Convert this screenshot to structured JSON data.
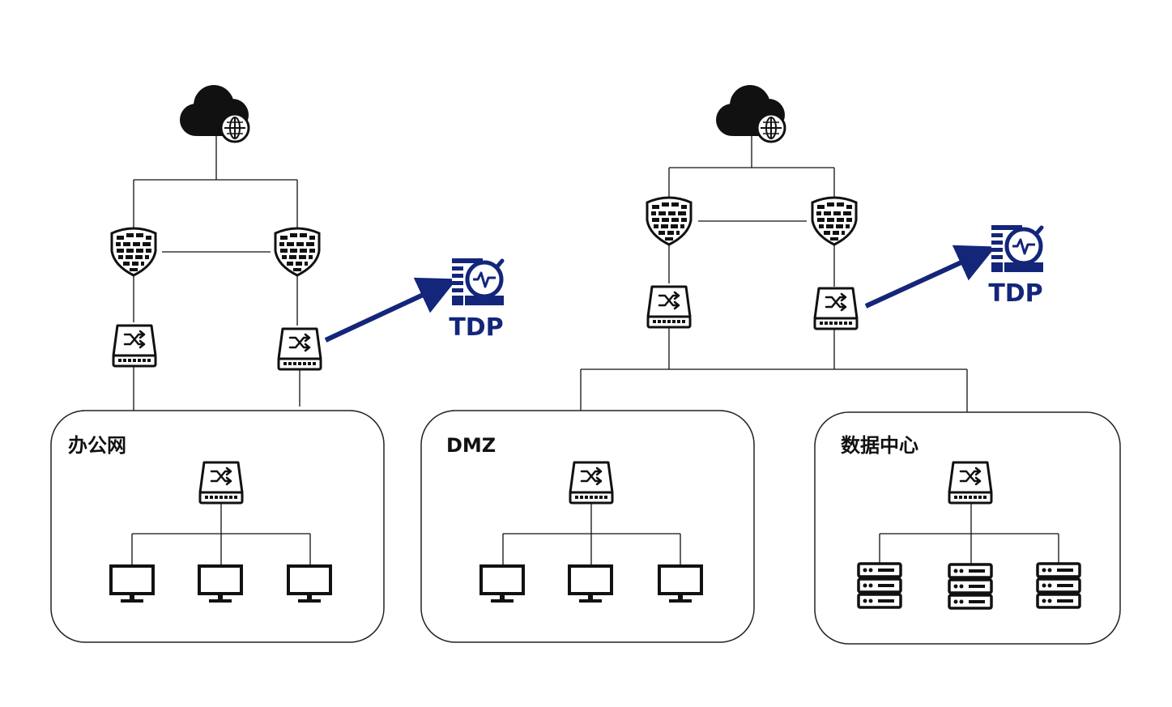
{
  "colors": {
    "tdp": "#14267a",
    "line": "#111111",
    "icon": "#111111"
  },
  "icons": {
    "cloud": "cloud-globe-icon",
    "firewall": "firewall-shield-icon",
    "switch": "switch-icon",
    "monitor": "monitor-icon",
    "server": "server-icon",
    "tdp": "tdp-monitor-icon"
  },
  "tdp_label": "TDP",
  "zones": {
    "office": "办公网",
    "dmz": "DMZ",
    "datacenter": "数据中心"
  }
}
